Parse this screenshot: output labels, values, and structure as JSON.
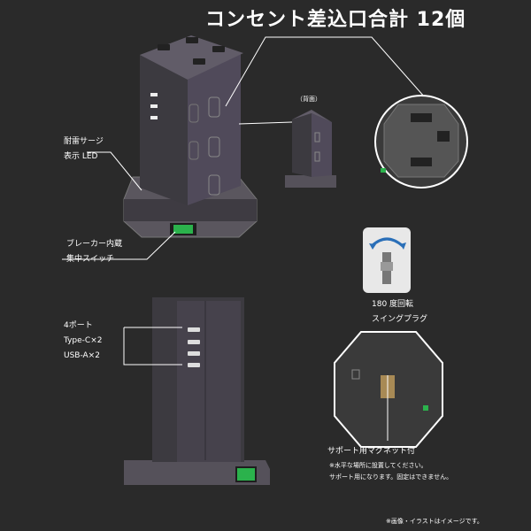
{
  "title": "コンセント差込口合計 12個",
  "surge_label": [
    "耐雷サージ",
    "表示 LED"
  ],
  "back_label": "（背面）",
  "breaker_label": [
    "ブレーカー内蔵",
    "集中スイッチ"
  ],
  "swing_label": [
    "180 度回転",
    "スイングプラグ"
  ],
  "port_label": [
    "4ポート",
    "Type-C×2",
    "USB-A×2"
  ],
  "magnet_label": "サポート用マグネット付",
  "magnet_notes": [
    "※水平な場所に設置してください。",
    "サポート用になります。固定はできません。"
  ],
  "footnote": "※画像・イラストはイメージです。",
  "colors": {
    "background": "#2a2a2a",
    "body": "#4a4650",
    "switch_green": "#2bb24c"
  }
}
